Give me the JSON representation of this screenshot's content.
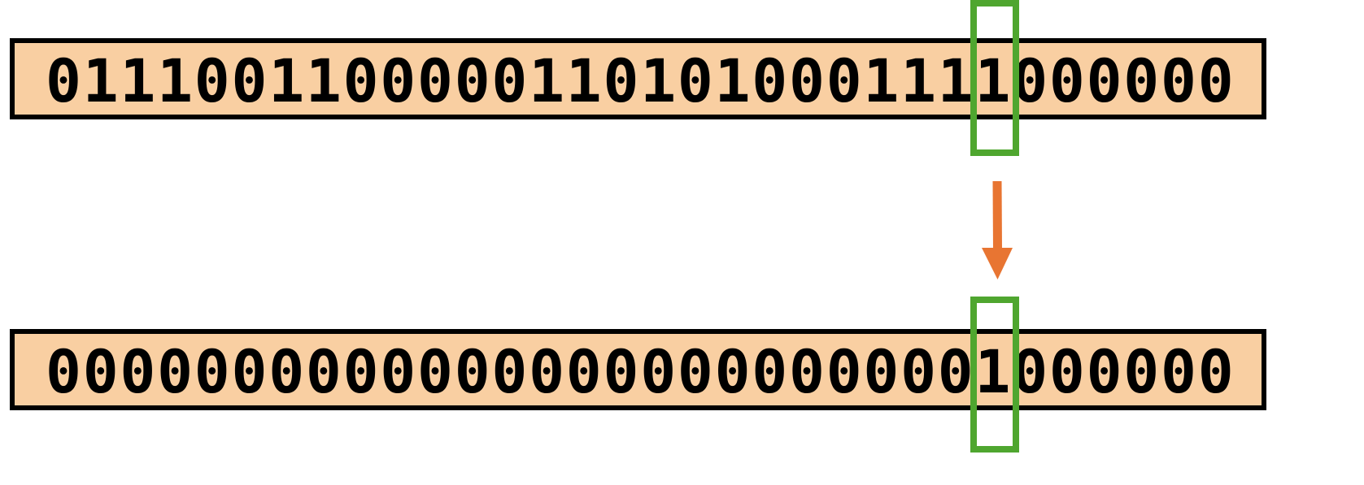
{
  "diagram": {
    "input_bits": "01110011000001101010001111000000",
    "output_bits": "00000000000000000000000001000000",
    "highlighted_bit_index": 25,
    "colors": {
      "box_fill": "#f9cfa2",
      "highlight": "#4fa62f",
      "arrow": "#e87532"
    }
  }
}
